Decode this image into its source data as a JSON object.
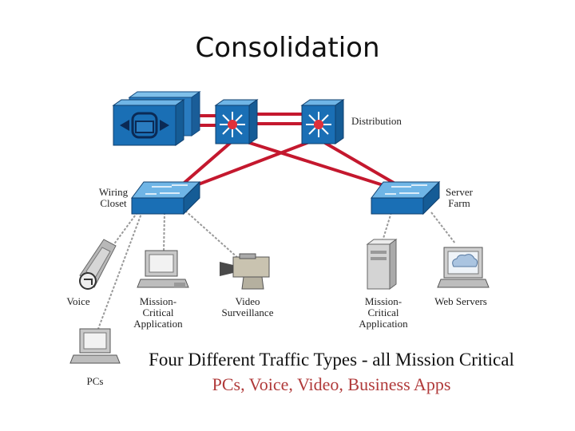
{
  "title": "Consolidation",
  "labels": {
    "distribution": "Distribution",
    "wiring_closet": "Wiring\nCloset",
    "server_farm": "Server\nFarm",
    "voice": "Voice",
    "mission_critical_left": "Mission-\nCritical\nApplication",
    "video": "Video\nSurveillance",
    "mission_critical_right": "Mission-\nCritical\nApplication",
    "web_servers": "Web Servers",
    "pcs": "PCs"
  },
  "caption": {
    "line1": "Four Different Traffic Types - all Mission Critical",
    "line2": "PCs, Voice, Video, Business Apps"
  },
  "colors": {
    "link_red": "#c4182e",
    "device_blue": "#1a6fb5",
    "device_blue_light": "#4fa3dc",
    "caption_red": "#b03a3a"
  },
  "icons": [
    "router-icon",
    "multilayer-switch-icon",
    "workgroup-switch-icon",
    "ip-phone-icon",
    "workstation-icon",
    "video-camera-icon",
    "file-server-icon",
    "web-server-icon"
  ]
}
